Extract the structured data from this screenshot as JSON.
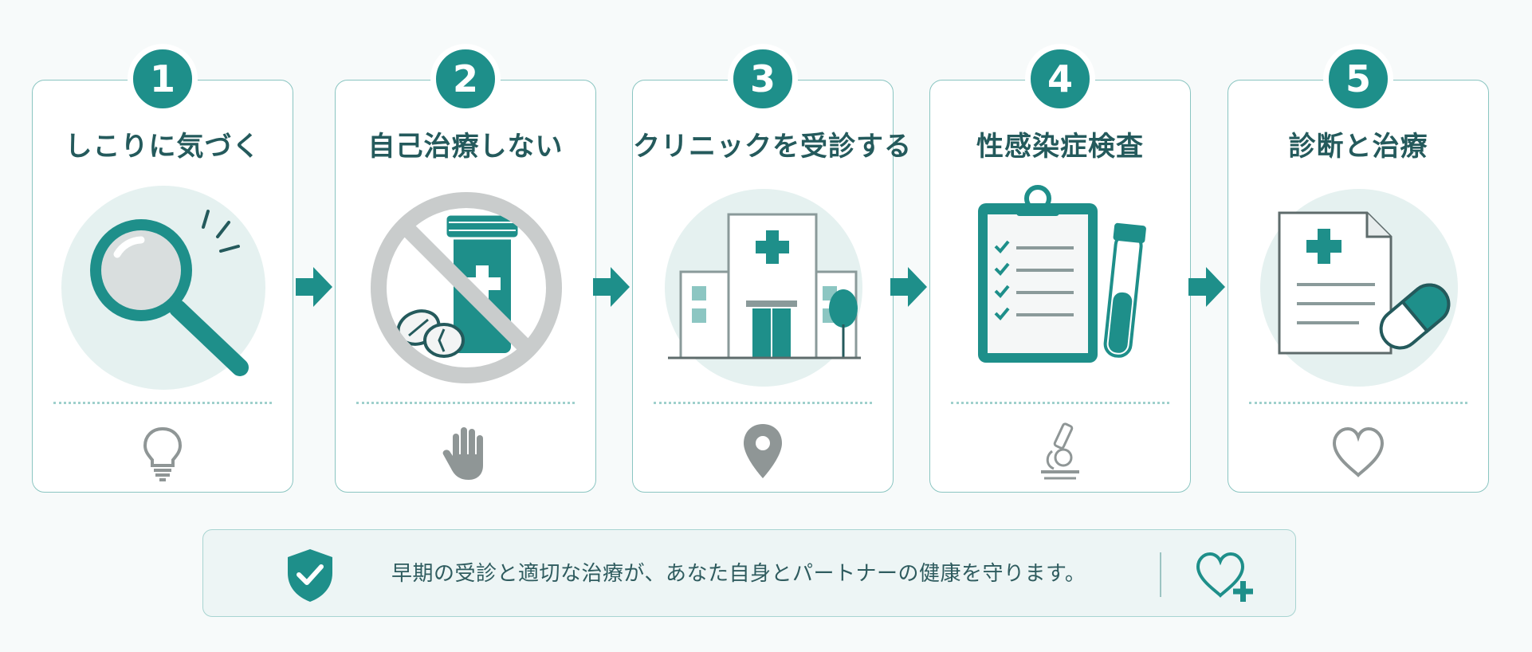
{
  "steps": [
    {
      "number": "1",
      "title": "しこりに気づく",
      "illustration": "magnifying-glass",
      "icon": "lightbulb-icon"
    },
    {
      "number": "2",
      "title": "自己治療しない",
      "illustration": "no-medicine",
      "icon": "hand-stop-icon"
    },
    {
      "number": "3",
      "title": "クリニックを受診する",
      "illustration": "hospital-building",
      "icon": "location-pin-icon"
    },
    {
      "number": "4",
      "title": "性感染症検査",
      "illustration": "clipboard-test-tube",
      "icon": "microscope-icon"
    },
    {
      "number": "5",
      "title": "診断と治療",
      "illustration": "prescription-capsule",
      "icon": "heart-icon"
    }
  ],
  "banner": {
    "message": "早期の受診と適切な治療が、あなた自身とパートナーの健康を守ります。",
    "left_icon": "shield-check-icon",
    "right_icon": "heart-plus-icon"
  },
  "colors": {
    "accent": "#1e8f8a",
    "title_text": "#245a5c",
    "card_border": "#8ac5c1",
    "light_circle": "#e5f1f0",
    "gray_icon": "#8f9696",
    "background": "#f7fafa"
  }
}
